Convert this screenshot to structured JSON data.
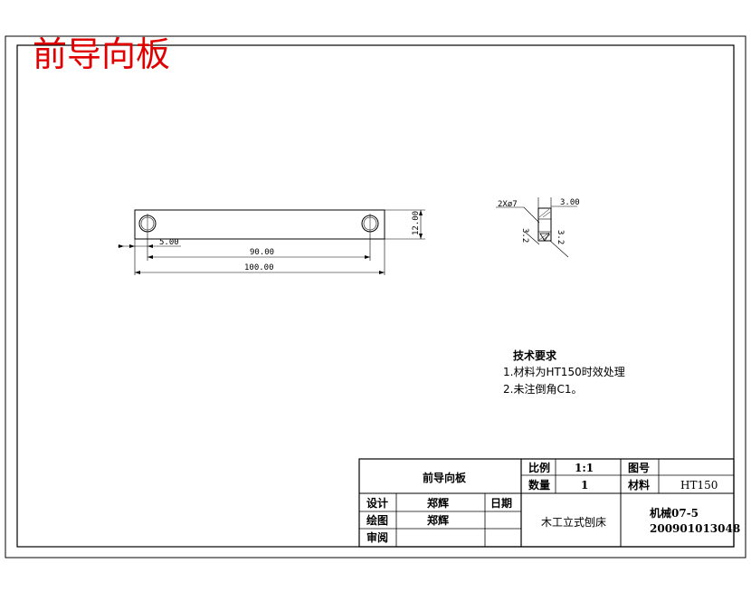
{
  "sheet_title": "前导向板",
  "front_view": {
    "dim_offset": "5.00",
    "dim_hole_spacing": "90.00",
    "dim_length": "100.00",
    "dim_height": "12.00"
  },
  "section_view": {
    "hole_callout": "2Xø7",
    "dim_thickness": "3.00",
    "dim_left_chamfer": "3.2",
    "dim_right_chamfer": "3.2"
  },
  "tech_requirements": {
    "heading": "技术要求",
    "item1": "1.材料为HT150时效处理",
    "item2": "2.未注倒角C1。"
  },
  "title_block": {
    "part_name": "前导向板",
    "scale_label": "比例",
    "scale_value": "1:1",
    "drawing_no_label": "图号",
    "drawing_no_value": "",
    "qty_label": "数量",
    "qty_value": "1",
    "material_label": "材料",
    "material_value": "HT150",
    "design_label": "设计",
    "design_name": "郑辉",
    "date_label": "日期",
    "draw_label": "绘图",
    "draw_name": "郑辉",
    "review_label": "审阅",
    "machine_name": "木工立式刨床",
    "class_code": "机械07-5",
    "student_id": "200901013048"
  }
}
